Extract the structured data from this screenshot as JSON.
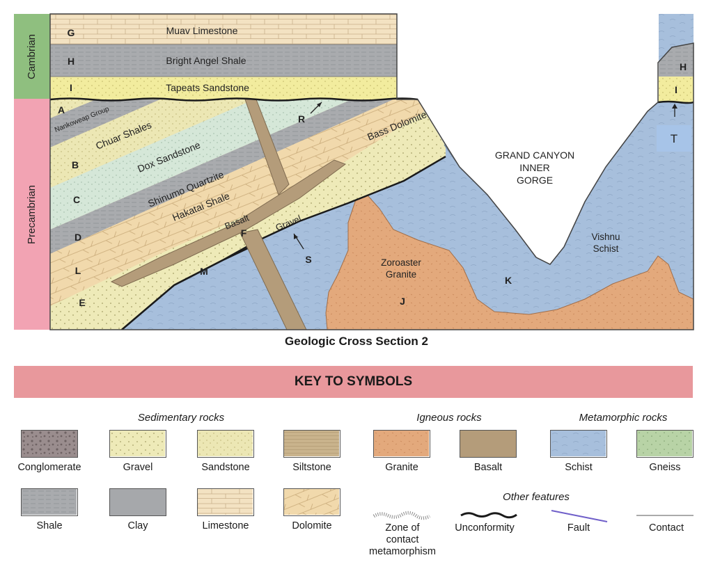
{
  "section": {
    "title": "Geologic Cross Section 2",
    "eras": {
      "cambrian": "Cambrian",
      "precambrian": "Precambrian"
    },
    "layers": {
      "muav": "Muav Limestone",
      "bright_angel": "Bright Angel Shale",
      "tapeats": "Tapeats Sandstone",
      "nankoweap": "Nankoweap Group",
      "chuar": "Chuar Shales",
      "dox": "Dox Sandstone",
      "shinumo": "Shinumo Quartzite",
      "hakatai": "Hakatai Shale",
      "bass": "Bass Dolomite",
      "basalt": "Basalt",
      "gravel": "Gravel",
      "zoroaster_line1": "Zoroaster",
      "zoroaster_line2": "Granite",
      "vishnu_line1": "Vishnu",
      "vishnu_line2": "Schist",
      "gorge_line1": "GRAND CANYON",
      "gorge_line2": "INNER",
      "gorge_line3": "GORGE"
    },
    "letters": {
      "G": "G",
      "H": "H",
      "I": "I",
      "A": "A",
      "B": "B",
      "C": "C",
      "D": "D",
      "L": "L",
      "E": "E",
      "M": "M",
      "F": "F",
      "R": "R",
      "S": "S",
      "J": "J",
      "K": "K",
      "H2": "H",
      "I2": "I",
      "T": "T"
    }
  },
  "key": {
    "title": "KEY TO SYMBOLS",
    "groups": {
      "sedimentary": "Sedimentary rocks",
      "igneous": "Igneous rocks",
      "metamorphic": "Metamorphic rocks",
      "other": "Other features"
    },
    "swatches": {
      "conglomerate": "Conglomerate",
      "gravel": "Gravel",
      "sandstone": "Sandstone",
      "siltstone": "Siltstone",
      "granite": "Granite",
      "basalt": "Basalt",
      "schist": "Schist",
      "gneiss": "Gneiss",
      "shale": "Shale",
      "clay": "Clay",
      "limestone": "Limestone",
      "dolomite": "Dolomite"
    },
    "features": {
      "contact_meta_line1": "Zone of",
      "contact_meta_line2": "contact",
      "contact_meta_line3": "metamorphism",
      "unconformity": "Unconformity",
      "fault": "Fault",
      "contact": "Contact"
    }
  },
  "colors": {
    "limestone": "#f3e2c2",
    "shale": "#a9abae",
    "sandstone": "#f2ec9e",
    "schist": "#a7bfdc",
    "granite": "#e3a97c",
    "basalt": "#b49c7a",
    "dolomite": "#f1d9ac",
    "gravel": "#eeeab8",
    "quartzite": "#d5e7d8",
    "cambrian": "#8fbf7f",
    "precambrian": "#f2a3b3",
    "key_banner": "#e8989c",
    "t_box": "#a7c4e8"
  }
}
